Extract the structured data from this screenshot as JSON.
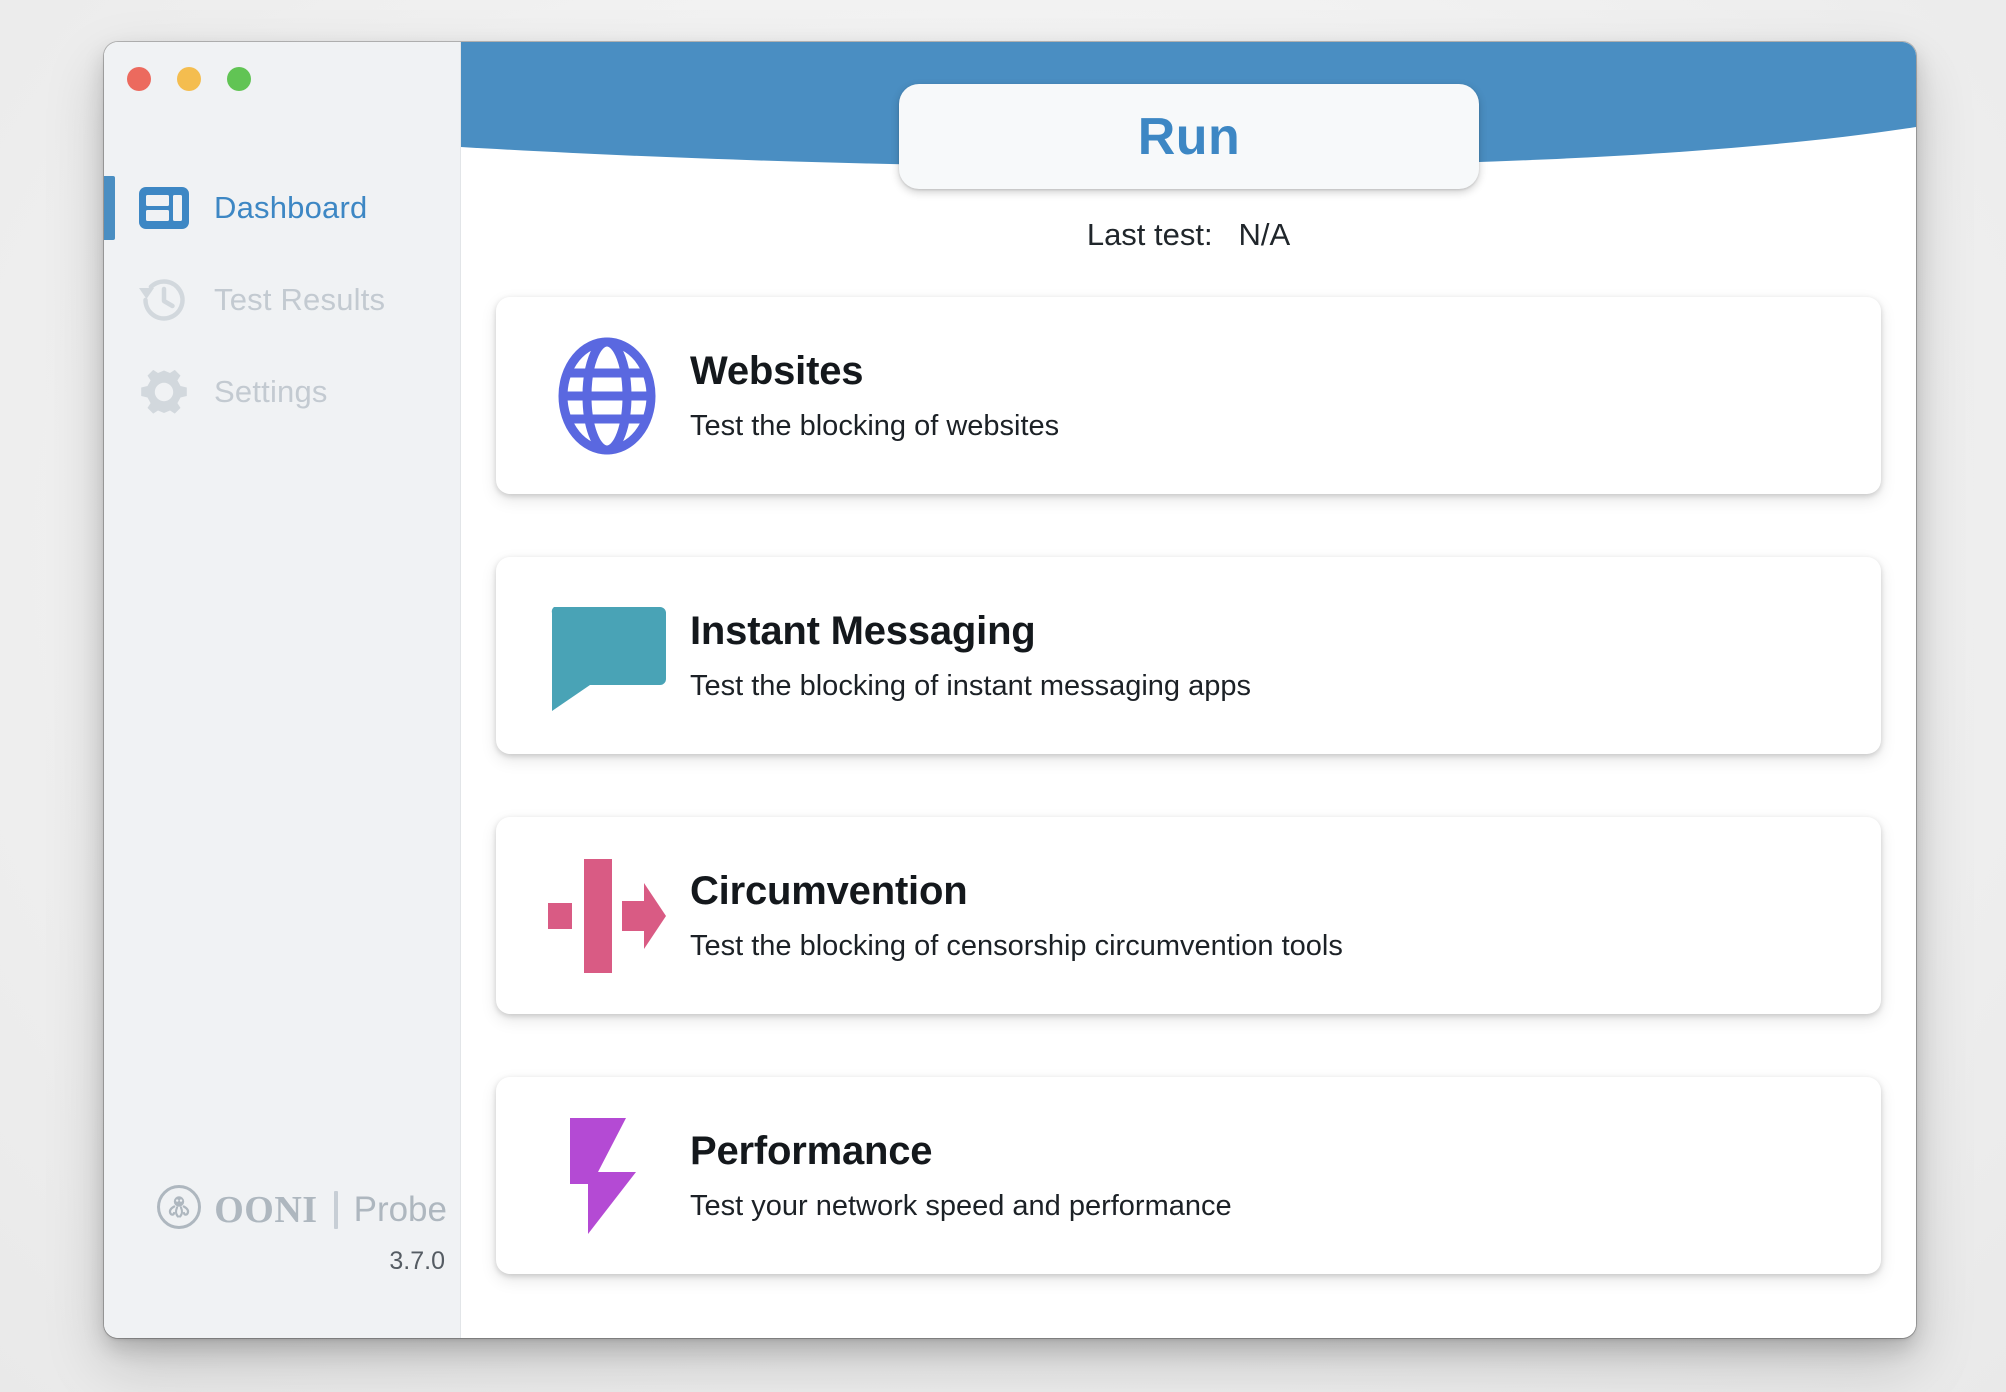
{
  "window": {
    "traffic_lights": [
      {
        "name": "close",
        "color": "#EC6A5E"
      },
      {
        "name": "minimize",
        "color": "#F4BD4F"
      },
      {
        "name": "zoom",
        "color": "#61C454"
      }
    ]
  },
  "sidebar": {
    "items": [
      {
        "label": "Dashboard",
        "icon": "dashboard-icon",
        "active": true
      },
      {
        "label": "Test Results",
        "icon": "history-icon",
        "active": false
      },
      {
        "label": "Settings",
        "icon": "gear-icon",
        "active": false
      }
    ],
    "brand": {
      "name": "OONI",
      "product": "Probe",
      "version": "3.7.0",
      "logo_icon": "ooni-octopus-icon"
    }
  },
  "header": {
    "run_label": "Run",
    "last_test_label": "Last test:",
    "last_test_value": "N/A",
    "banner_color": "#4a8ec2",
    "run_text_color": "#3d87c4"
  },
  "cards": [
    {
      "title": "Websites",
      "description": "Test the blocking of websites",
      "icon": "globe-icon",
      "color": "#5a68e0"
    },
    {
      "title": "Instant Messaging",
      "description": "Test the blocking of instant messaging apps",
      "icon": "chat-bubble-icon",
      "color": "#49a3b6"
    },
    {
      "title": "Circumvention",
      "description": "Test the blocking of censorship circumvention tools",
      "icon": "circumvention-arrow-icon",
      "color": "#d95b84"
    },
    {
      "title": "Performance",
      "description": "Test your network speed and performance",
      "icon": "lightning-bolt-icon",
      "color": "#b44ad4"
    }
  ]
}
